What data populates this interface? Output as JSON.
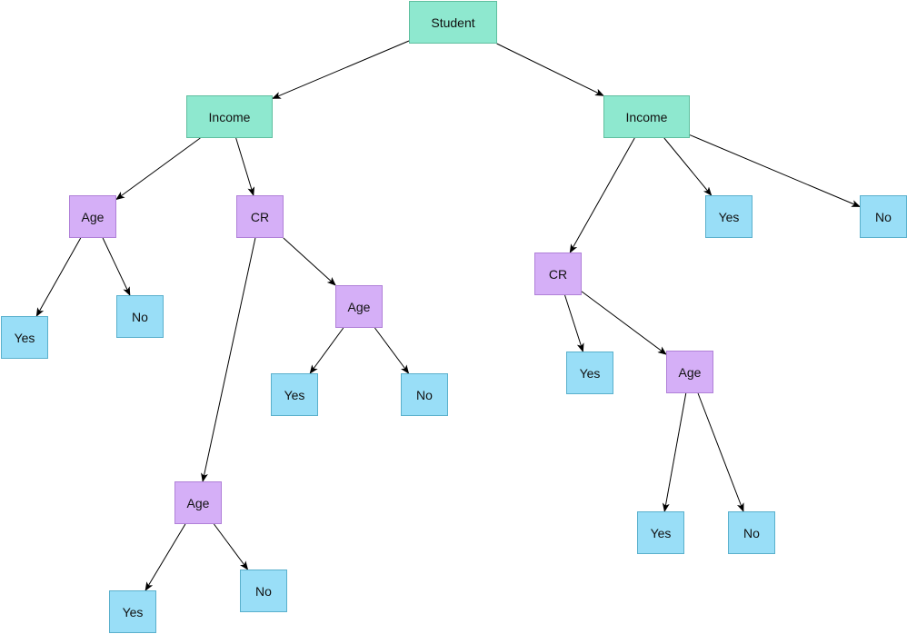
{
  "colors": {
    "attribute_fill": "#8ee8cf",
    "split_fill": "#d5aff7",
    "leaf_fill": "#99def7",
    "edge": "#000000"
  },
  "nodes": [
    {
      "id": "student",
      "label": "Student",
      "kind": "root"
    },
    {
      "id": "income-left",
      "label": "Income",
      "kind": "attribute"
    },
    {
      "id": "income-right",
      "label": "Income",
      "kind": "attribute"
    },
    {
      "id": "age-a",
      "label": "Age",
      "kind": "split"
    },
    {
      "id": "cr-left",
      "label": "CR",
      "kind": "split"
    },
    {
      "id": "yes-a",
      "label": "Yes",
      "kind": "leaf"
    },
    {
      "id": "no-a",
      "label": "No",
      "kind": "leaf"
    },
    {
      "id": "age-b",
      "label": "Age",
      "kind": "split"
    },
    {
      "id": "yes-b",
      "label": "Yes",
      "kind": "leaf"
    },
    {
      "id": "no-b",
      "label": "No",
      "kind": "leaf"
    },
    {
      "id": "age-c",
      "label": "Age",
      "kind": "split"
    },
    {
      "id": "yes-c",
      "label": "Yes",
      "kind": "leaf"
    },
    {
      "id": "no-c",
      "label": "No",
      "kind": "leaf"
    },
    {
      "id": "yes-d",
      "label": "Yes",
      "kind": "leaf"
    },
    {
      "id": "no-d",
      "label": "No",
      "kind": "leaf"
    },
    {
      "id": "cr-right",
      "label": "CR",
      "kind": "split"
    },
    {
      "id": "yes-e",
      "label": "Yes",
      "kind": "leaf"
    },
    {
      "id": "age-d",
      "label": "Age",
      "kind": "split"
    },
    {
      "id": "yes-f",
      "label": "Yes",
      "kind": "leaf"
    },
    {
      "id": "no-f",
      "label": "No",
      "kind": "leaf"
    }
  ],
  "edges": [
    {
      "from": "student",
      "to": "income-left"
    },
    {
      "from": "student",
      "to": "income-right"
    },
    {
      "from": "income-left",
      "to": "age-a"
    },
    {
      "from": "income-left",
      "to": "cr-left"
    },
    {
      "from": "age-a",
      "to": "yes-a"
    },
    {
      "from": "age-a",
      "to": "no-a"
    },
    {
      "from": "cr-left",
      "to": "age-b"
    },
    {
      "from": "cr-left",
      "to": "age-c"
    },
    {
      "from": "age-b",
      "to": "yes-b"
    },
    {
      "from": "age-b",
      "to": "no-b"
    },
    {
      "from": "age-c",
      "to": "yes-c"
    },
    {
      "from": "age-c",
      "to": "no-c"
    },
    {
      "from": "income-right",
      "to": "cr-right"
    },
    {
      "from": "income-right",
      "to": "yes-d"
    },
    {
      "from": "income-right",
      "to": "no-d"
    },
    {
      "from": "cr-right",
      "to": "yes-e"
    },
    {
      "from": "cr-right",
      "to": "age-d"
    },
    {
      "from": "age-d",
      "to": "yes-f"
    },
    {
      "from": "age-d",
      "to": "no-f"
    }
  ]
}
